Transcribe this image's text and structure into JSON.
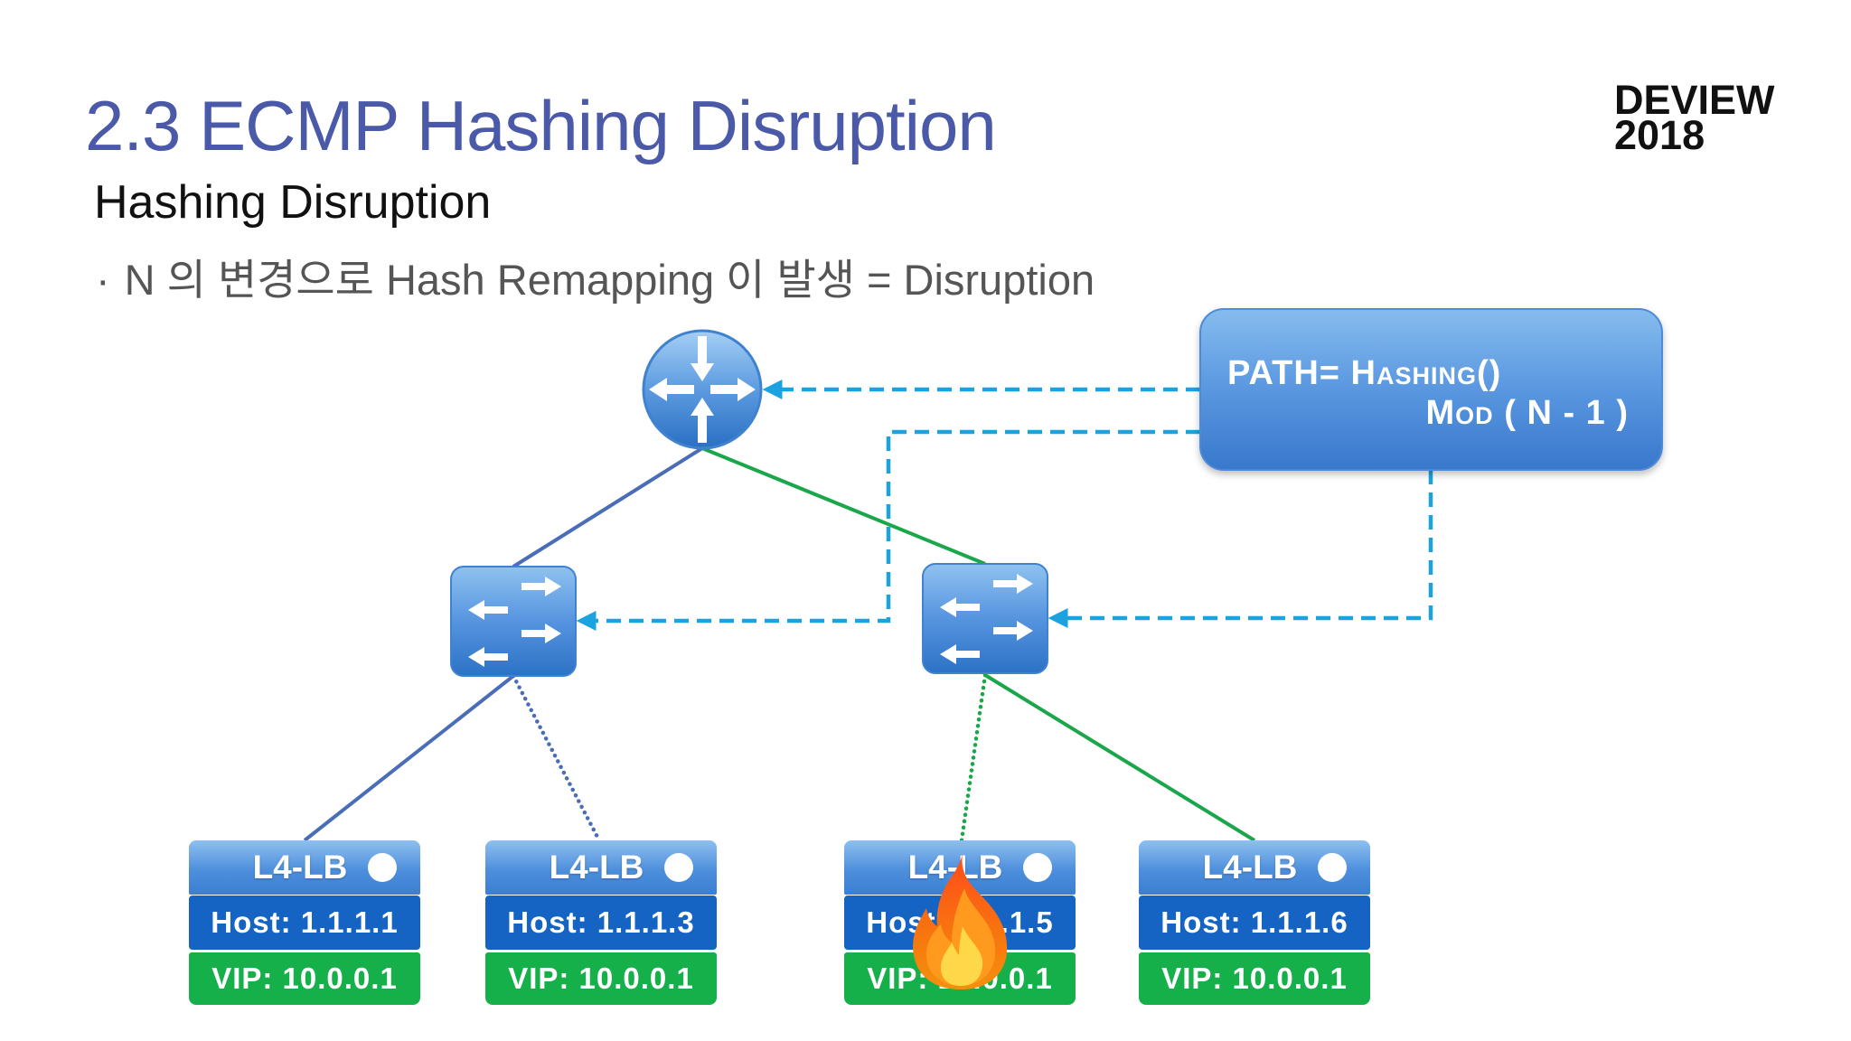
{
  "slide": {
    "title": "2.3 ECMP Hashing Disruption",
    "subtitle": "Hashing Disruption",
    "bullet_marker": "·",
    "bullet_text": "N 의 변경으로 Hash Remapping 이 발생 = Disruption"
  },
  "logo": {
    "line1": "DEVIEW",
    "line2": "2018"
  },
  "diagram": {
    "hash_box": {
      "line1": "PATH= Hashing()",
      "line2": "Mod ( N - 1 )"
    },
    "icons": {
      "router": "router-icon",
      "switch": "switch-icon",
      "alert": "fire-icon"
    },
    "load_balancers": [
      {
        "label": "L4-LB",
        "host": "Host: 1.1.1.1",
        "vip": "VIP: 10.0.0.1"
      },
      {
        "label": "L4-LB",
        "host": "Host: 1.1.1.3",
        "vip": "VIP: 10.0.0.1"
      },
      {
        "label": "L4-LB",
        "host": "Host: 1.1.1.5",
        "vip": "VIP: 10.0.0.1"
      },
      {
        "label": "L4-LB",
        "host": "Host: 1.1.1.6",
        "vip": "VIP: 10.0.0.1"
      }
    ]
  },
  "colors": {
    "title": "#4a59a8",
    "text": "#111111",
    "bullet": "#555555",
    "link_blue": "#4a6db8",
    "link_green": "#1aa64a",
    "control_dashed": "#1ba3e0",
    "lb_host": "#1563c3",
    "lb_vip": "#16b04a"
  }
}
